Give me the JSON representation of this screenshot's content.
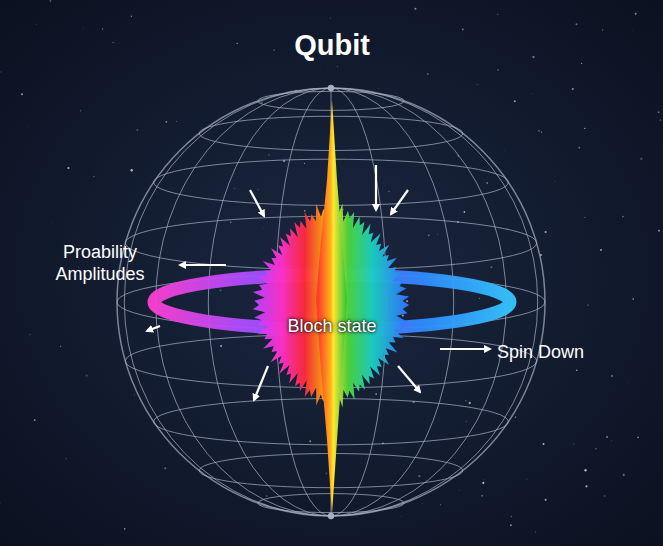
{
  "diagram": {
    "title": "Qubit",
    "labels": [
      "Proability Amplitudes",
      "Bloch state",
      "Spin Down"
    ]
  }
}
